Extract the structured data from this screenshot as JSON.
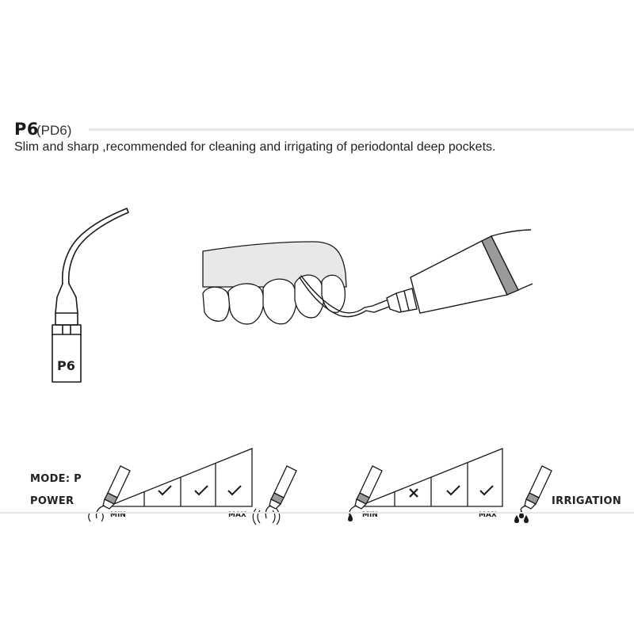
{
  "product": {
    "code": "P6",
    "alt_code": "(PD6)",
    "description": "Slim and sharp ,recommended for cleaning and irrigating of periodontal deep pockets."
  },
  "tip_illustration": {
    "label": "P6"
  },
  "power_panel": {
    "mode_label": "MODE: P",
    "title": "POWER",
    "min_label": "MIN",
    "max_label": "MAX",
    "levels": [
      "none",
      "check",
      "check",
      "check"
    ]
  },
  "irrigation_panel": {
    "title": "IRRIGATION",
    "min_label": "MIN",
    "max_label": "MAX",
    "levels": [
      "none",
      "cross",
      "check",
      "check"
    ]
  },
  "icons": {
    "power_min": "handpiece-low-vibration-icon",
    "power_max": "handpiece-high-vibration-icon",
    "irrigation_min": "handpiece-single-drop-icon",
    "irrigation_max": "handpiece-multi-drop-icon",
    "check": "check-mark-icon",
    "cross": "cross-mark-icon"
  },
  "colors": {
    "ink": "#1a1a1a",
    "rule": "#e6e6e6",
    "gum": "#e8e8e8",
    "handpiece_band": "#9a9a9a"
  }
}
